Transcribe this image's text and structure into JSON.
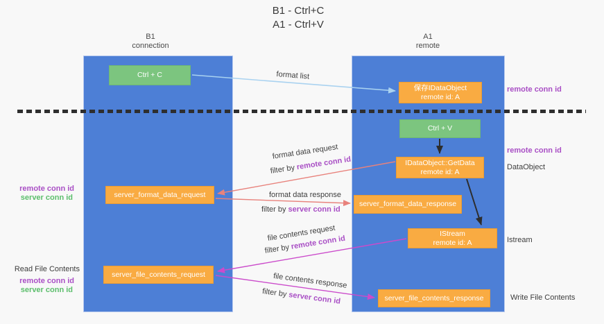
{
  "title": {
    "line1": "B1 - Ctrl+C",
    "line2": "A1 - Ctrl+V"
  },
  "lanes": {
    "left": {
      "id": "B1",
      "role": "connection"
    },
    "right": {
      "id": "A1",
      "role": "remote"
    }
  },
  "nodes": {
    "ctrl_c": {
      "label": "Ctrl + C"
    },
    "save_obj": {
      "line1": "保存IDataObject",
      "line2": "remote id: A"
    },
    "ctrl_v": {
      "label": "Ctrl + V"
    },
    "getdata": {
      "line1": "IDataObject::GetData",
      "line2": "remote id: A"
    },
    "format_request": {
      "label": "server_format_data_request"
    },
    "format_response": {
      "label": "server_format_data_response"
    },
    "istream": {
      "line1": "IStream",
      "line2": "remote id: A"
    },
    "file_request": {
      "label": "server_file_contents_request"
    },
    "file_response": {
      "label": "server_file_contents_response"
    }
  },
  "flow_labels": {
    "format_list": "format list",
    "format_data_request": "format data request",
    "format_data_response": "format data response",
    "file_contents_request": "file contents request",
    "file_contents_response": "file contents response",
    "filter_by": "filter by",
    "remote_conn_id": "remote conn id",
    "server_conn_id": "server conn id"
  },
  "side_labels": {
    "remote_conn_id_top": "remote conn id",
    "remote_conn_id_mid": "remote conn id",
    "dataobject": "DataObject",
    "istream": "Istream",
    "write_file_contents": "Write File Contents",
    "read_file_contents": "Read File Contents",
    "remote_conn_id_left": "remote conn id",
    "server_conn_id_left": "server conn id",
    "remote_conn_id_bottom": "remote conn id",
    "server_conn_id_bottom": "server conn id"
  },
  "colors": {
    "lane_blue": "#4d7fd6",
    "box_orange": "#f9ab42",
    "box_green": "#7cc57f",
    "label_purple": "#a94fc5",
    "label_green": "#5cbe6c",
    "arrow_salmon": "#e8827c",
    "arrow_magenta": "#cb4bcb",
    "arrow_light_blue": "#a9d2f0",
    "arrow_black": "#2d2d2d"
  }
}
